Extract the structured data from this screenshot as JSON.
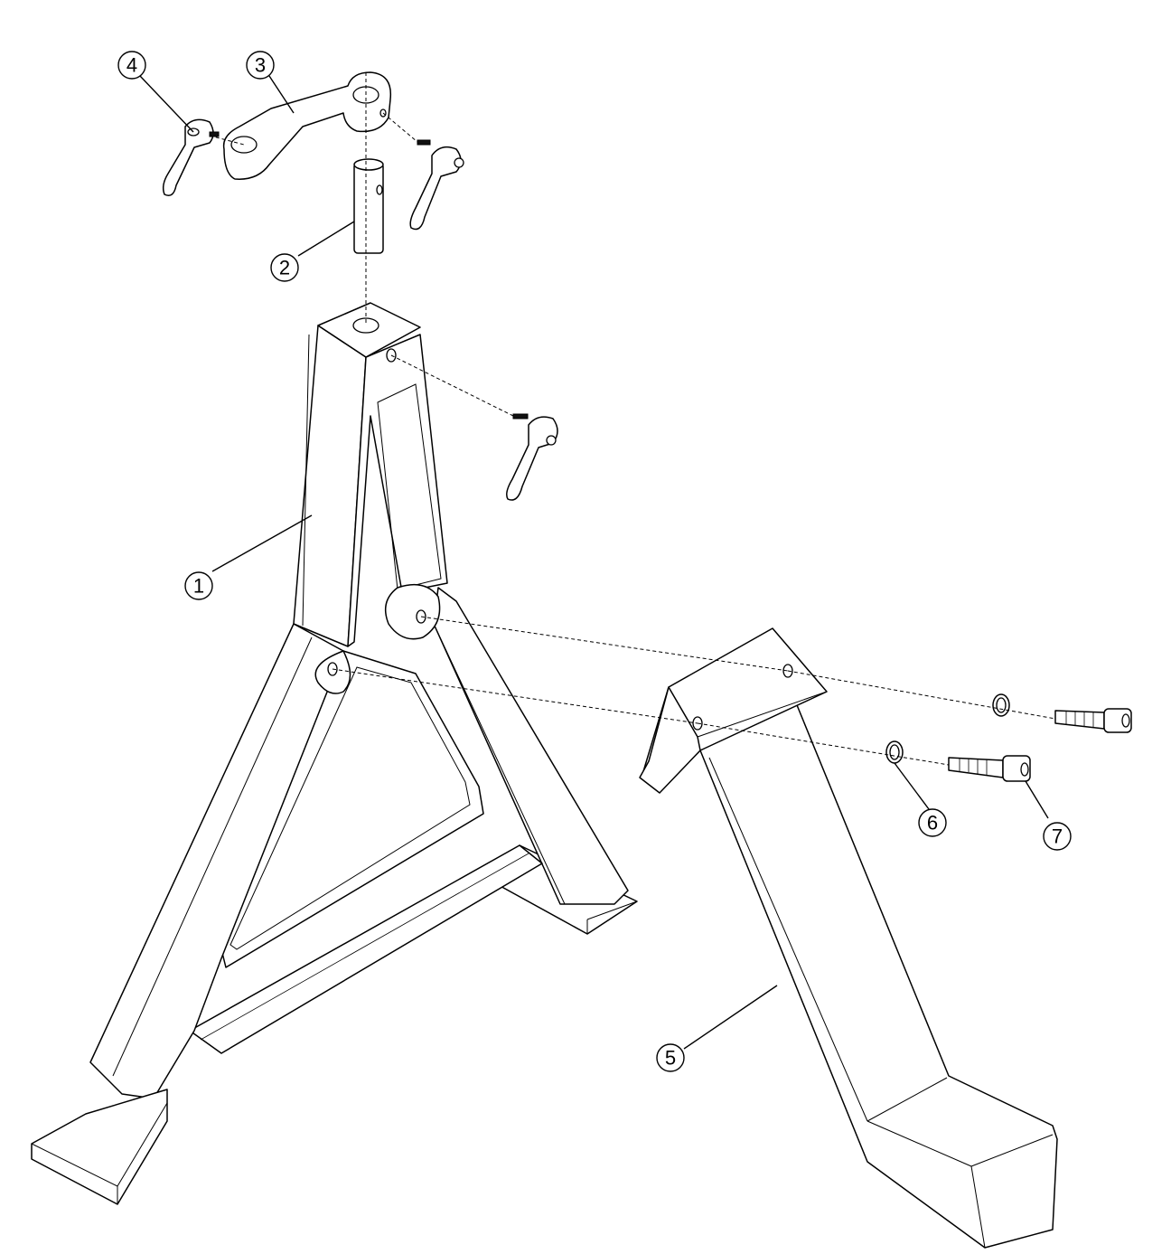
{
  "balloons": {
    "b1": "1",
    "b2": "2",
    "b3": "3",
    "b4": "4",
    "b5": "5",
    "b6": "6",
    "b7": "7"
  }
}
